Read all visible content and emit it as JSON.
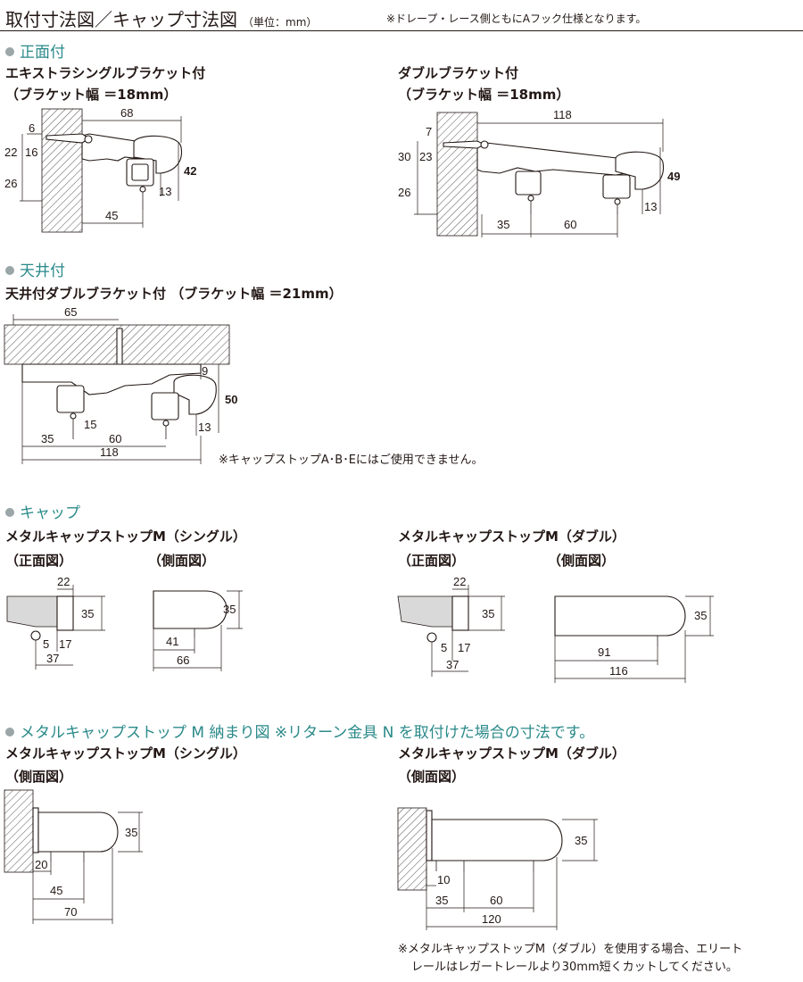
{
  "header": {
    "title": "取付寸法図／キャップ寸法図",
    "unit": "（単位：mm）",
    "note": "※ドレープ・レース側ともにAフック仕様となります。"
  },
  "sections": {
    "front": "正面付",
    "ceiling": "天井付",
    "cap": "キャップ",
    "fit": "メタルキャップストップ M 納まり図 ※リターン金具 N を取付けた場合の寸法です。"
  },
  "front_single": {
    "title1": "エキストラシングルブラケット付",
    "title2": "（ブラケット幅 ＝18mm）",
    "dims": {
      "d68": "68",
      "d6": "6",
      "d22": "22",
      "d16": "16",
      "d42": "42",
      "d26": "26",
      "d13": "13",
      "d45": "45"
    }
  },
  "front_double": {
    "title1": "ダブルブラケット付",
    "title2": "（ブラケット幅 ＝18mm）",
    "dims": {
      "d118": "118",
      "d7": "7",
      "d30": "30",
      "d23": "23",
      "d49": "49",
      "d26": "26",
      "d13": "13",
      "d35": "35",
      "d60": "60"
    }
  },
  "ceiling_double": {
    "title": "天井付ダブルブラケット付 （ブラケット幅 ＝21mm）",
    "note": "※キャップストップA･B･Eにはご使用できません。",
    "dims": {
      "d65": "65",
      "d9": "9",
      "d50": "50",
      "d15": "15",
      "d13": "13",
      "d35": "35",
      "d60": "60",
      "d118": "118"
    }
  },
  "cap_single": {
    "title": "メタルキャップストップM（シングル）",
    "front_label": "（正面図）",
    "side_label": "（側面図）",
    "dims": {
      "d22": "22",
      "d35a": "35",
      "d5": "5",
      "d17": "17",
      "d37": "37",
      "d35b": "35",
      "d41": "41",
      "d66": "66"
    }
  },
  "cap_double": {
    "title": "メタルキャップストップM（ダブル）",
    "front_label": "（正面図）",
    "side_label": "（側面図）",
    "dims": {
      "d22": "22",
      "d35a": "35",
      "d5": "5",
      "d17": "17",
      "d37": "37",
      "d35b": "35",
      "d91": "91",
      "d116": "116"
    }
  },
  "fit_single": {
    "title": "メタルキャップストップM（シングル）",
    "side_label": "（側面図）",
    "dims": {
      "d35": "35",
      "d20": "20",
      "d45": "45",
      "d70": "70"
    }
  },
  "fit_double": {
    "title": "メタルキャップストップM（ダブル）",
    "side_label": "（側面図）",
    "dims": {
      "d35": "35",
      "d10": "10",
      "d35b": "35",
      "d60": "60",
      "d120": "120"
    },
    "note1": "※メタルキャップストップM（ダブル）を使用する場合、エリート",
    "note2": "レールはレガートレールより30mm短くカットしてください。"
  }
}
